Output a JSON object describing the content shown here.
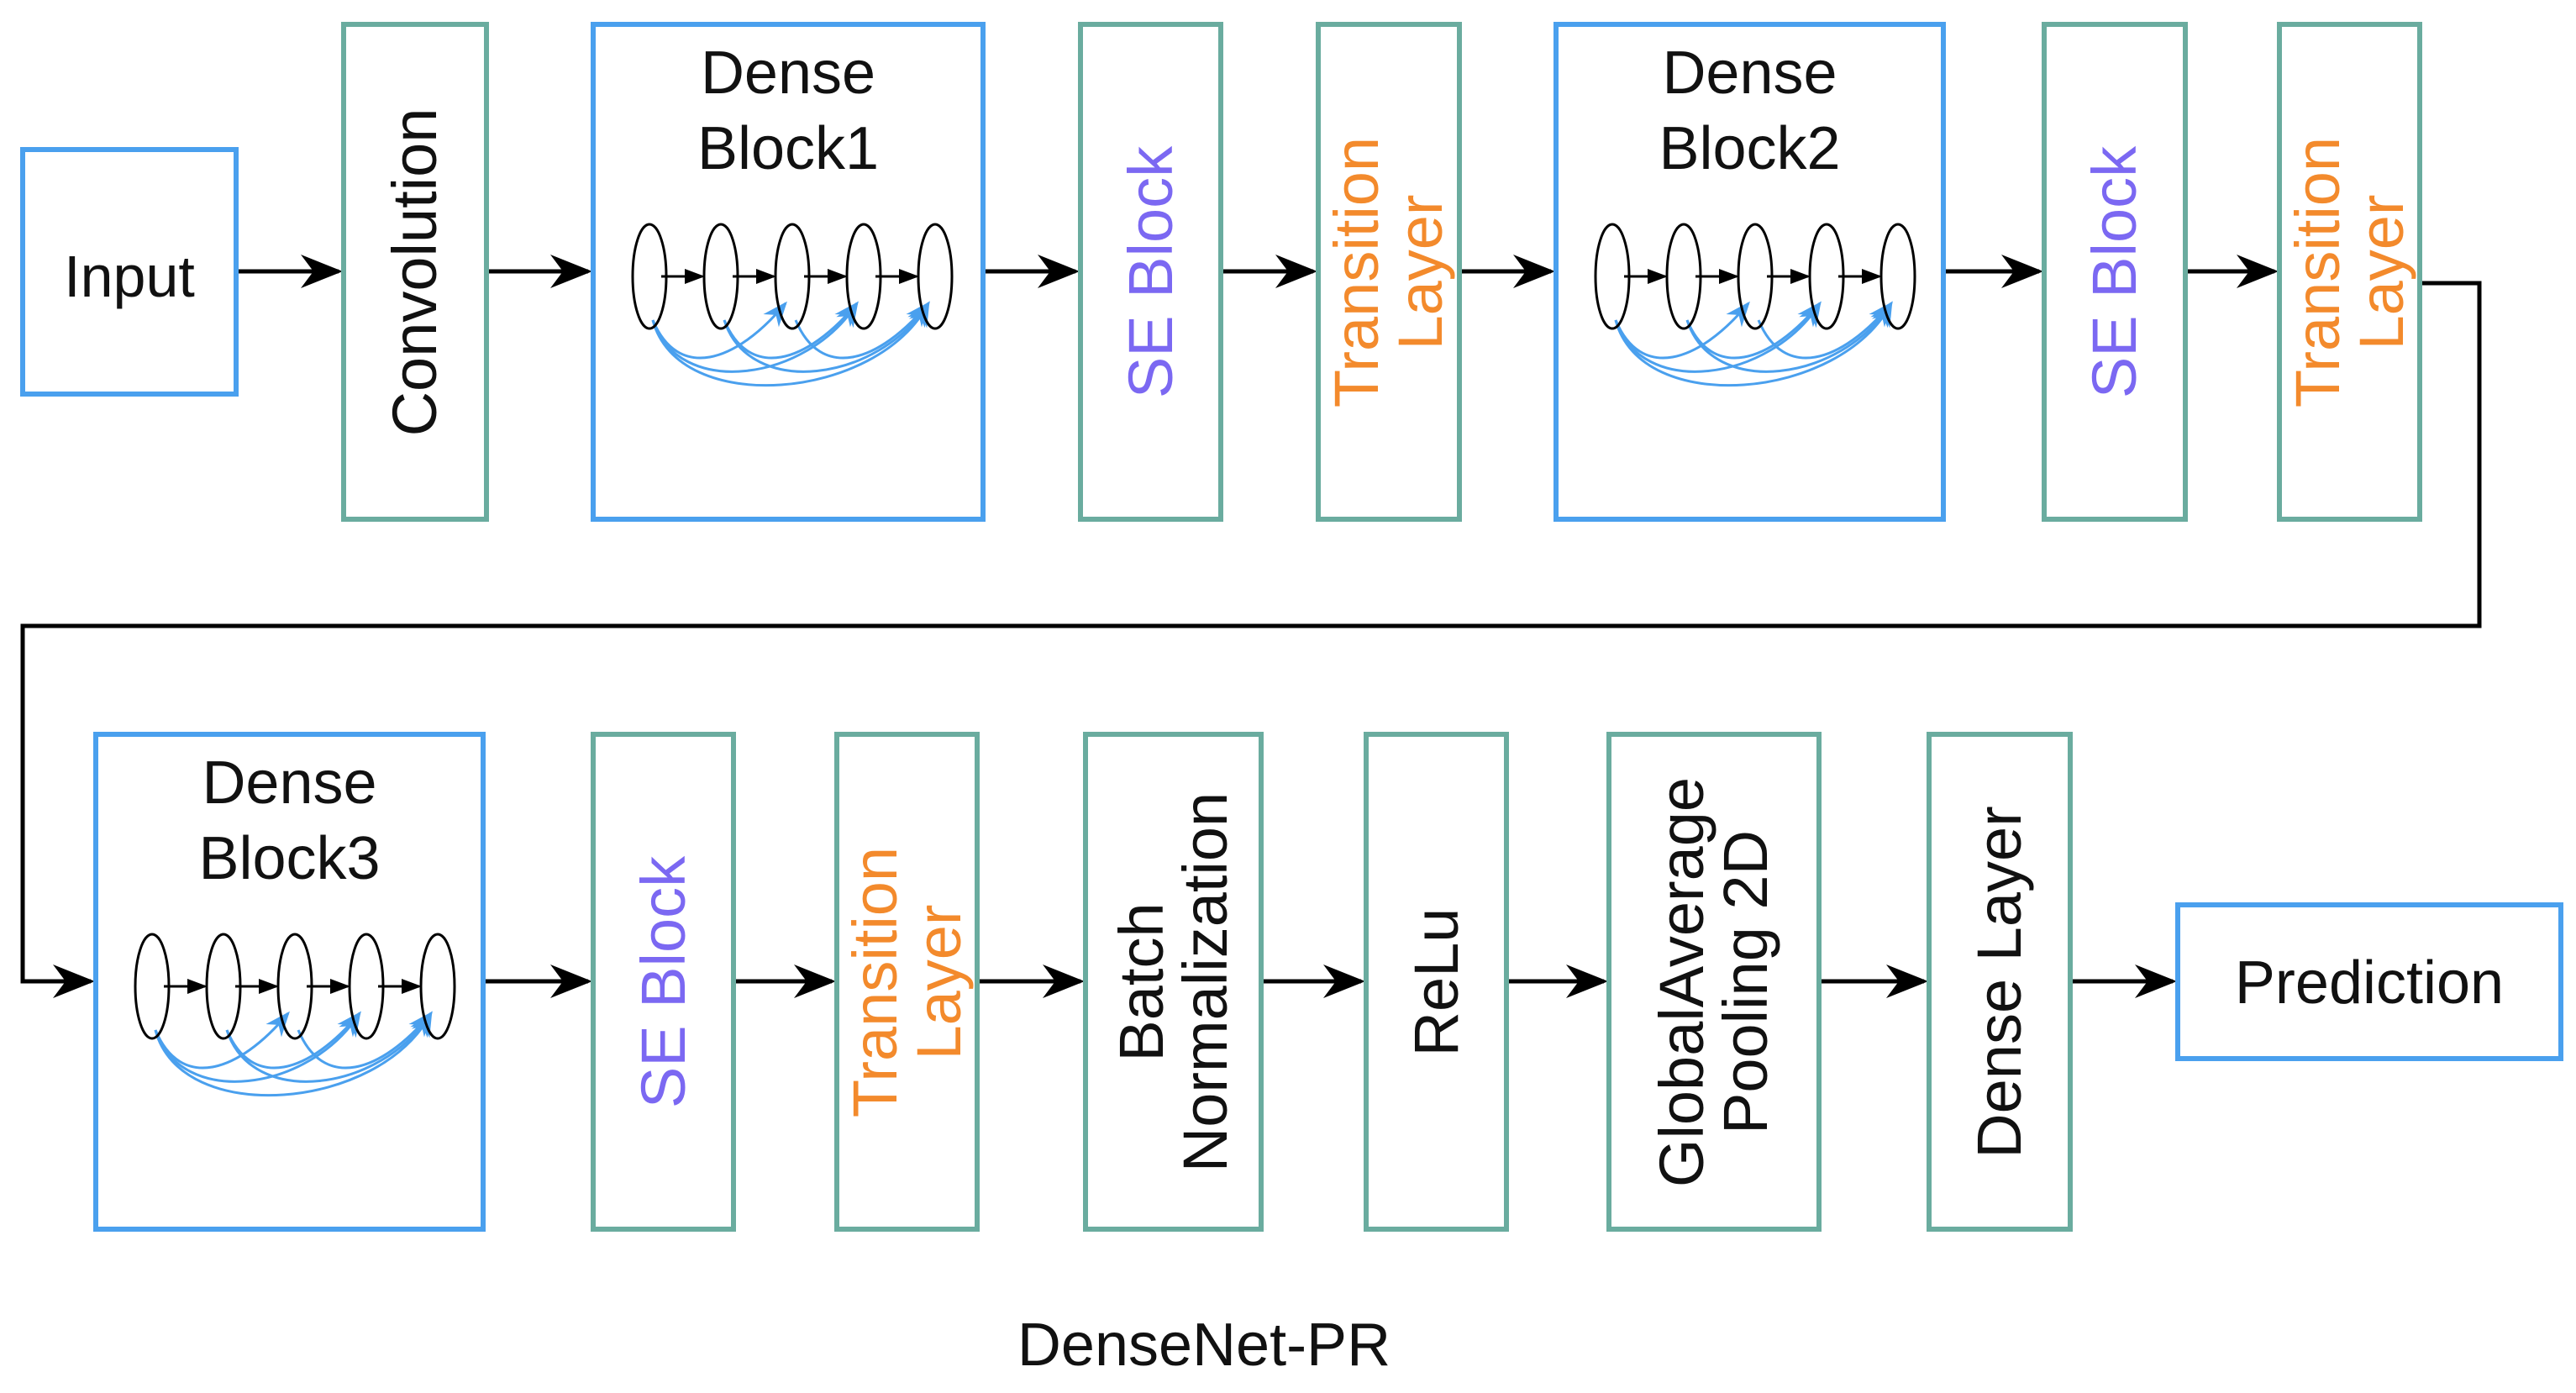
{
  "title": "DenseNet-PR",
  "colors": {
    "io_border": "#4aa0ee",
    "layer_border": "#6aac9f",
    "se_text": "#7b68f2",
    "transition_text": "#f38a2c",
    "connection_arrows": "#4aa0ee"
  },
  "nodes": {
    "input": "Input",
    "convolution": "Convolution",
    "dense_block_1": "Dense\nBlock1",
    "se_block_1": "SE Block",
    "transition_1": "Transition\nLayer",
    "dense_block_2": "Dense\nBlock2",
    "se_block_2": "SE Block",
    "transition_2": "Transition\nLayer",
    "dense_block_3": "Dense\nBlock3",
    "se_block_3": "SE Block",
    "transition_3": "Transition\nLayer",
    "batch_normalization": "Batch\nNormalization",
    "relu": "ReLu",
    "global_average_pooling": "GlobalAverage\nPooling 2D",
    "dense_layer": "Dense Layer",
    "prediction": "Prediction"
  }
}
